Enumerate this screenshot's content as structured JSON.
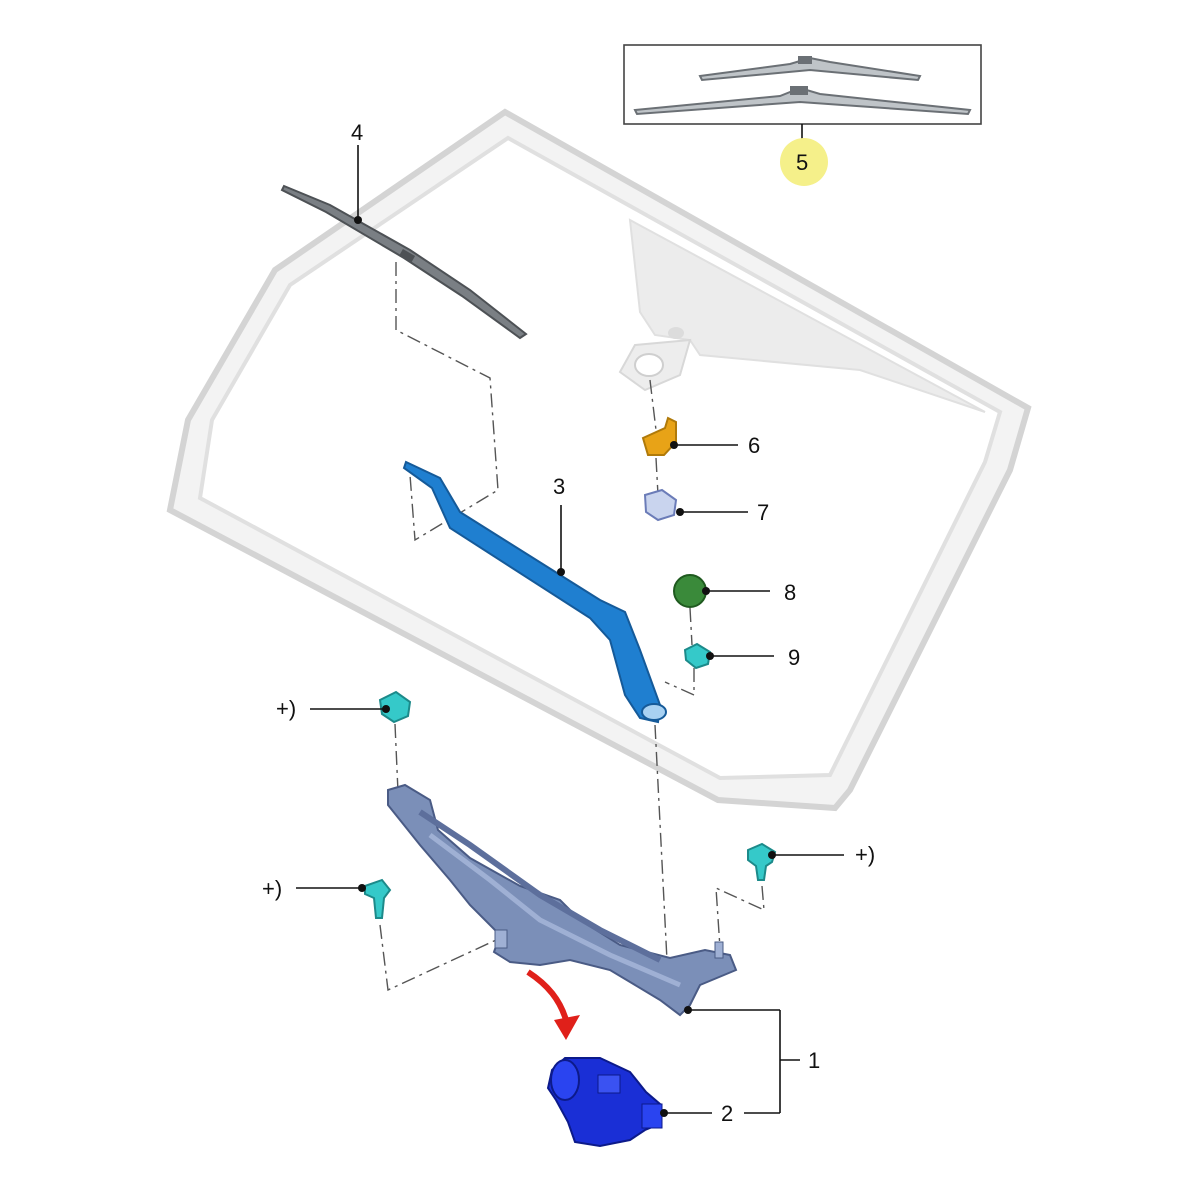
{
  "callouts": {
    "c1": "1",
    "c2": "2",
    "c3": "3",
    "c4": "4",
    "c5": "5",
    "c6": "6",
    "c7": "7",
    "c8": "8",
    "c9": "9",
    "plus_a": "+)",
    "plus_b": "+)",
    "plus_c": "+)"
  },
  "colors": {
    "windshield": "#f1f1f1",
    "windshield_edge": "#d6d6d6",
    "wiper_arm": "#1f7fd0",
    "wiper_blade": "#6b7075",
    "linkage": "#7b8fb8",
    "motor": "#1a2fd6",
    "nozzle": "#e8a317",
    "cap": "#3a8a3a",
    "fastener": "#35c9c9",
    "highlight": "#f5f08a",
    "arrow": "#e0201a"
  },
  "icons": {
    "windshield": "windshield-glass",
    "wiper_blade": "wiper-blade-icon",
    "wiper_arm": "wiper-arm-icon",
    "linkage": "wiper-linkage-icon",
    "motor": "wiper-motor-icon",
    "nozzle": "washer-nozzle-icon",
    "clip": "nozzle-clip-icon",
    "cap": "nut-cap-icon",
    "nut": "nut-icon",
    "fastener": "fastener-icon",
    "arrow": "assembly-arrow-icon"
  }
}
